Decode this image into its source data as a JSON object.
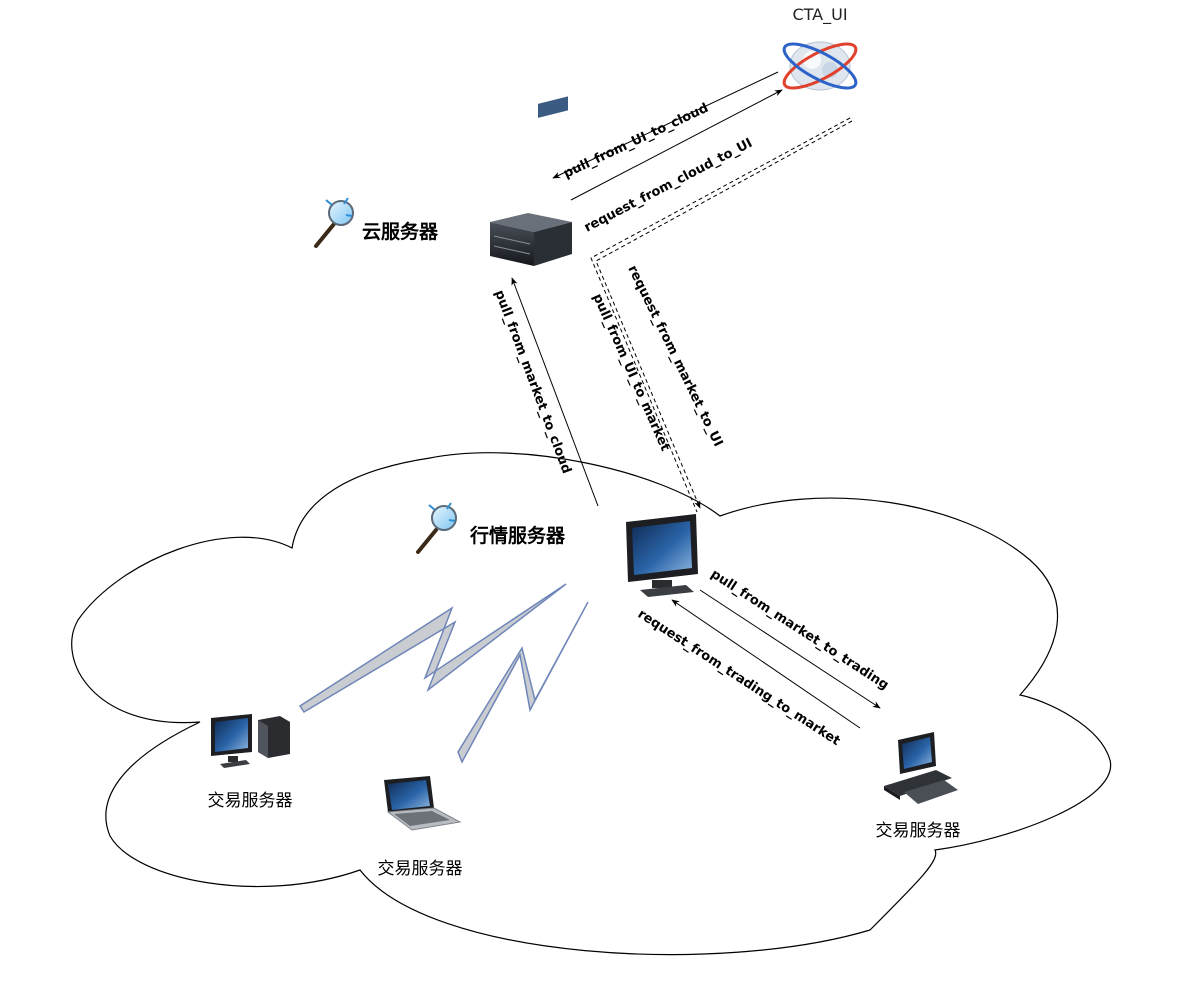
{
  "nodes": {
    "cta_ui": {
      "label": "CTA_UI"
    },
    "cloud_server": {
      "label": "云服务器"
    },
    "market_server": {
      "label": "行情服务器"
    },
    "trading_server_left": {
      "label": "交易服务器"
    },
    "trading_server_laptop": {
      "label": "交易服务器"
    },
    "trading_server_right": {
      "label": "交易服务器"
    }
  },
  "edges": {
    "pull_from_ui_to_cloud": {
      "label": "pull_from_UI_to_cloud",
      "style": "solid"
    },
    "request_from_cloud_to_ui": {
      "label": "request_from_cloud_to_UI",
      "style": "solid"
    },
    "pull_from_market_to_cloud": {
      "label": "pull_from_market_to_cloud",
      "style": "solid"
    },
    "pull_from_ui_to_market": {
      "label": "pull_from_UI_to_market",
      "style": "dashed"
    },
    "request_from_market_to_ui": {
      "label": "request_from_market_to_UI",
      "style": "dashed"
    },
    "pull_from_market_to_trading": {
      "label": "pull_from_market_to_trading",
      "style": "solid"
    },
    "request_from_trading_to_market": {
      "label": "request_from_trading_to_market",
      "style": "solid"
    }
  },
  "colors": {
    "line": "#000000",
    "lightning_fill": "#c9ccd1",
    "lightning_stroke": "#6f86b8",
    "screen": "#1f4f86"
  }
}
